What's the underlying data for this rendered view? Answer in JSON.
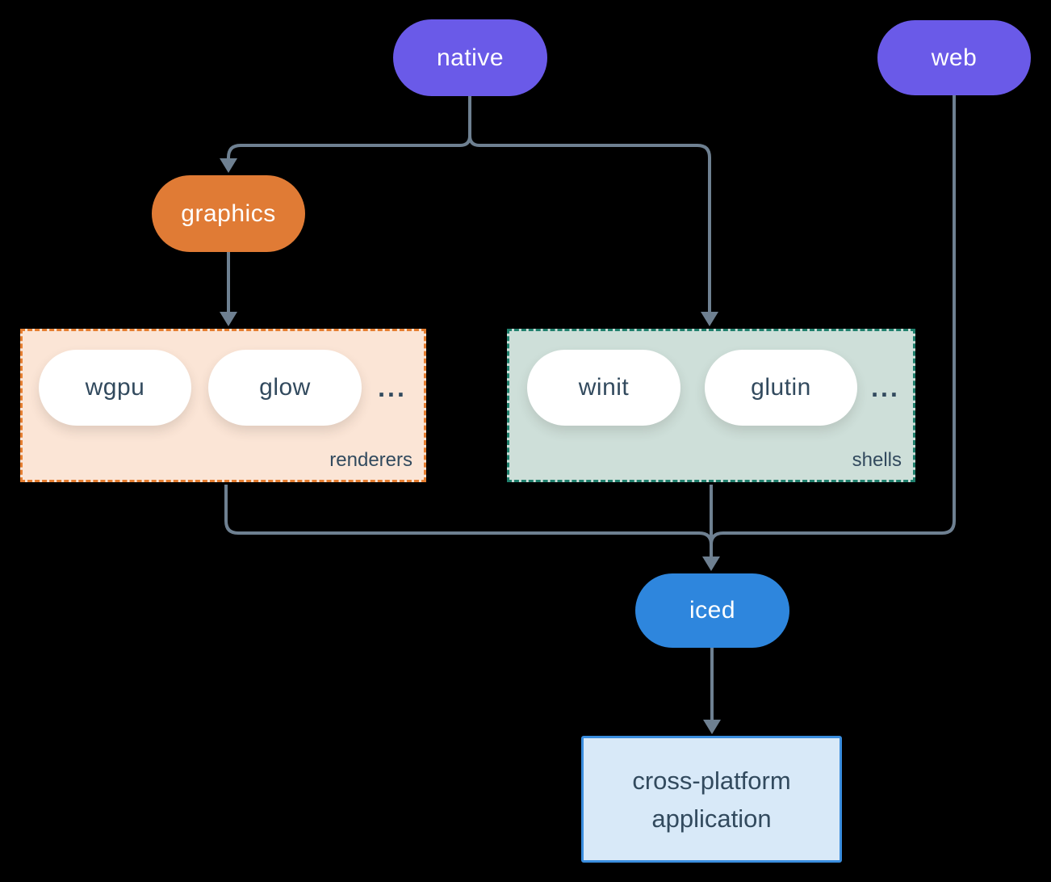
{
  "diagram": {
    "background_color": "#000000",
    "edge_color": "#6e8091",
    "nodes": {
      "native": {
        "label": "native",
        "color": "#6a5ae8",
        "text_color": "#ffffff"
      },
      "web": {
        "label": "web",
        "color": "#6a5ae8",
        "text_color": "#ffffff"
      },
      "graphics": {
        "label": "graphics",
        "color": "#e07b35",
        "text_color": "#ffffff"
      },
      "iced": {
        "label": "iced",
        "color": "#2e86dd",
        "text_color": "#ffffff"
      },
      "application": {
        "line1": "cross-platform",
        "line2": "application",
        "fill": "#d8e9f8",
        "border_color": "#3a8dde",
        "text_color": "#324a5e"
      }
    },
    "groups": {
      "renderers": {
        "label": "renderers",
        "fill": "#fbe5d6",
        "border_color": "#e67e30",
        "items": [
          "wgpu",
          "glow"
        ],
        "ellipsis": "..."
      },
      "shells": {
        "label": "shells",
        "fill": "#cedfd9",
        "border_color": "#20806d",
        "items": [
          "winit",
          "glutin"
        ],
        "ellipsis": "..."
      }
    }
  }
}
